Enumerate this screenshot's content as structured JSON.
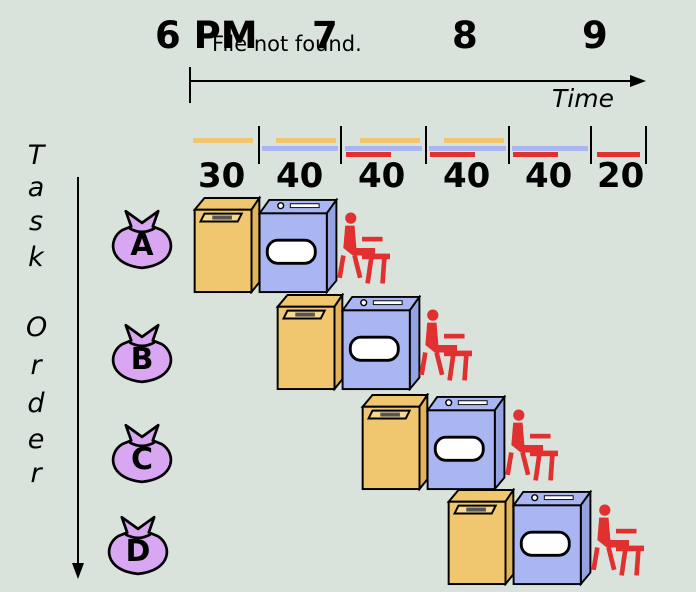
{
  "timeline": {
    "hours": [
      "6 PM",
      "7",
      "8",
      "9"
    ],
    "overlay_text": "File not found.",
    "axis_label": "Time",
    "durations": [
      "30",
      "40",
      "40",
      "40",
      "40",
      "20"
    ]
  },
  "task_order_label": "Task Order",
  "vertical_letters": [
    "T",
    "a",
    "s",
    "k",
    "O",
    "r",
    "d",
    "e",
    "r"
  ],
  "tasks": [
    {
      "label": "A"
    },
    {
      "label": "B"
    },
    {
      "label": "C"
    },
    {
      "label": "D"
    }
  ],
  "colors": {
    "background": "#d9e3dc",
    "washer": "#f0c66f",
    "dryer": "#a9b6f2",
    "folder": "#e03030",
    "bag": "#d9a6f2",
    "bar_wash": "#f0c66f",
    "bar_dry": "#a9b6f2",
    "bar_fold": "#e03030"
  },
  "icons": {
    "washer": "washer-icon",
    "dryer": "dryer-icon",
    "folder": "folding-person-icon",
    "bag": "laundry-bag-icon"
  }
}
